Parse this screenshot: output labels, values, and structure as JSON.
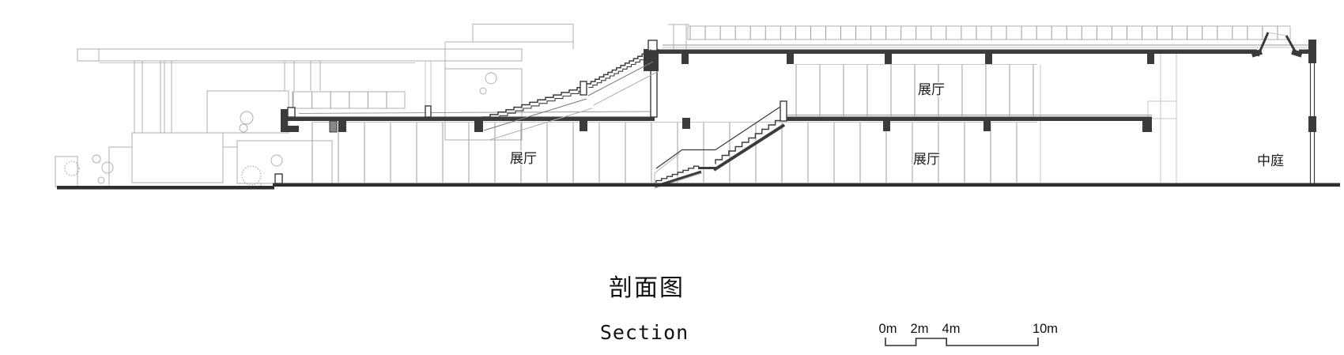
{
  "drawing": {
    "room_labels": [
      {
        "id": "hall-left",
        "label": "展厅"
      },
      {
        "id": "hall-upper-right",
        "label": "展厅"
      },
      {
        "id": "hall-lower-right",
        "label": "展厅"
      },
      {
        "id": "atrium",
        "label": "中庭"
      }
    ],
    "title": {
      "zh": "剖面图",
      "en": "Section"
    },
    "scale_bar": {
      "labels": [
        "0m",
        "2m",
        "4m",
        "10m"
      ]
    },
    "colors": {
      "section_cut": "#3b3b3b",
      "background_line": "#b0b0b0",
      "ground_line": "#2e2e2e",
      "text": "#1a1a1a"
    }
  }
}
